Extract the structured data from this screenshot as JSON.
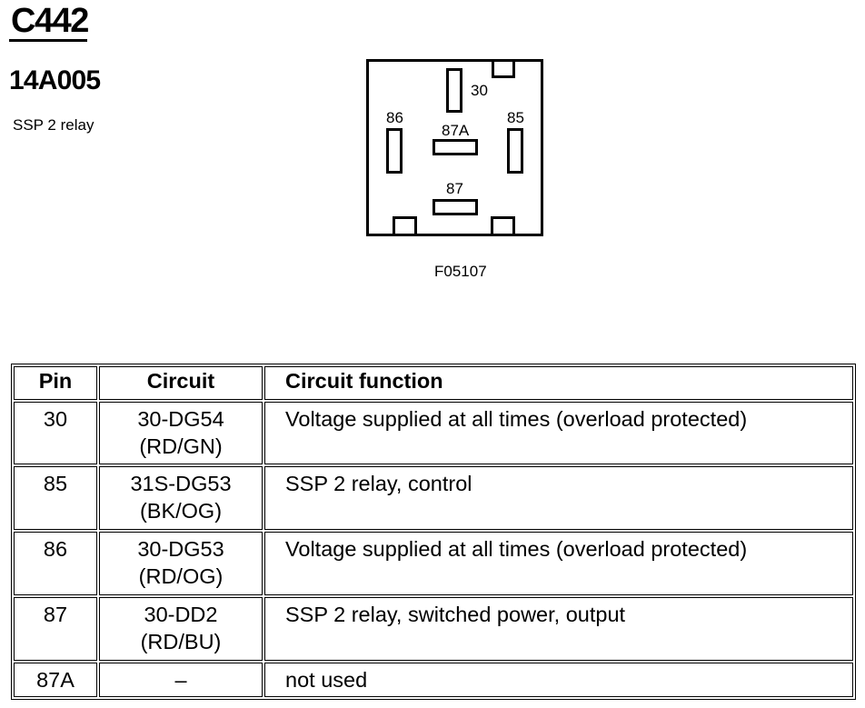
{
  "connector": {
    "id": "C442",
    "part_number": "14A005",
    "description": "SSP 2 relay"
  },
  "diagram": {
    "figure_id": "F05107",
    "pins": [
      {
        "label": "30"
      },
      {
        "label": "86"
      },
      {
        "label": "87A"
      },
      {
        "label": "85"
      },
      {
        "label": "87"
      }
    ]
  },
  "table": {
    "headers": {
      "pin": "Pin",
      "circuit": "Circuit",
      "function": "Circuit function"
    },
    "rows": [
      {
        "pin": "30",
        "circuit": "30-DG54",
        "wire_color": "(RD/GN)",
        "function": "Voltage supplied at all times (overload protected)"
      },
      {
        "pin": "85",
        "circuit": "31S-DG53",
        "wire_color": "(BK/OG)",
        "function": "SSP 2 relay, control"
      },
      {
        "pin": "86",
        "circuit": "30-DG53",
        "wire_color": "(RD/OG)",
        "function": "Voltage supplied at all times (overload protected)"
      },
      {
        "pin": "87",
        "circuit": "30-DD2",
        "wire_color": "(RD/BU)",
        "function": "SSP 2 relay, switched power, output"
      },
      {
        "pin": "87A",
        "circuit": "–",
        "function": "not used"
      }
    ]
  }
}
